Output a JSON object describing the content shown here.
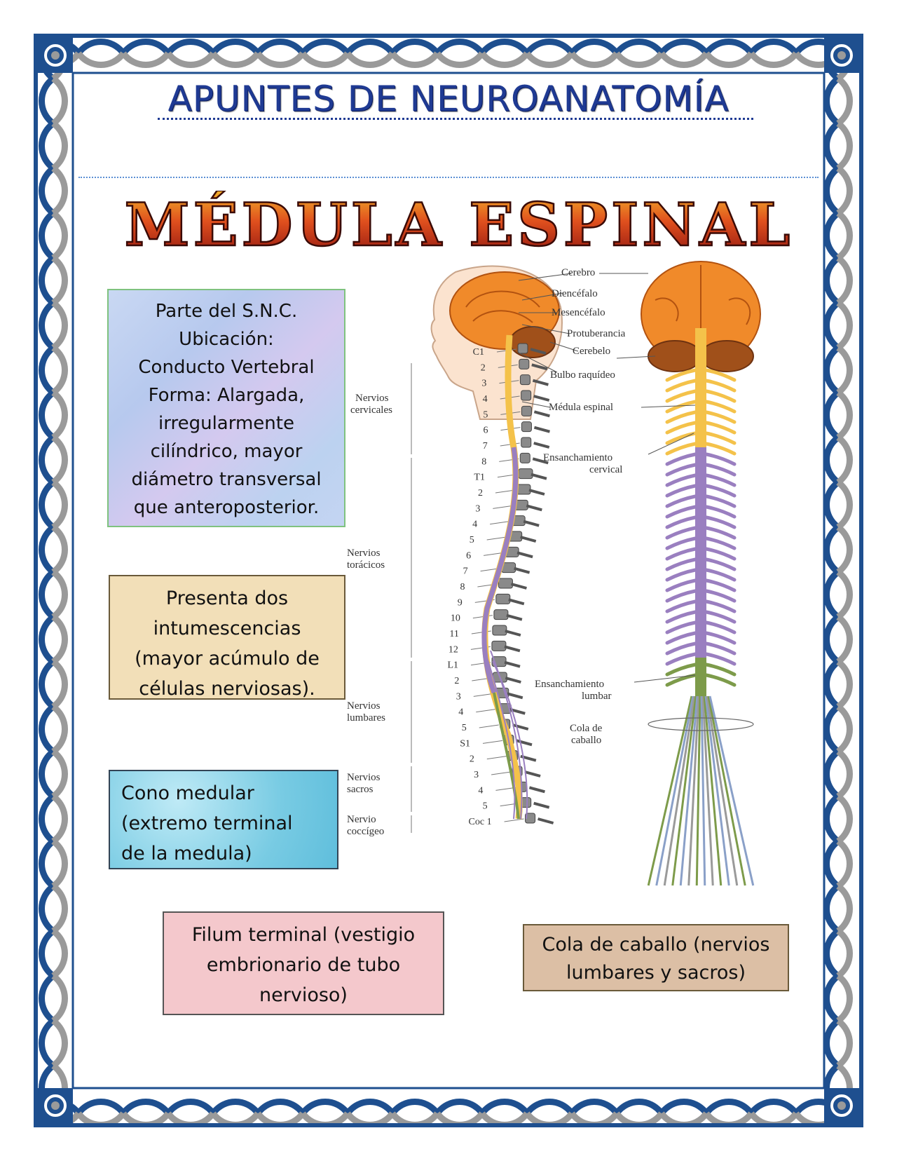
{
  "header": {
    "title": "APUNTES DE NEUROANATOMÍA",
    "main_title": "MÉDULA ESPINAL"
  },
  "notes": {
    "snc": [
      "Parte del S.N.C.",
      "Ubicación:",
      "Conducto Vertebral",
      "Forma: Alargada,",
      "irregularmente",
      "cilíndrico, mayor",
      "diámetro transversal",
      "que anteroposterior."
    ],
    "intumescencias": [
      "Presenta dos",
      "intumescencias",
      "(mayor acúmulo de",
      "células nerviosas)."
    ],
    "cono": [
      "Cono medular",
      "(extremo terminal",
      "de la medula)"
    ],
    "filum": [
      "Filum terminal (vestigio",
      "embrionario de tubo",
      "nervioso)"
    ],
    "cola": [
      "Cola de caballo (nervios",
      "lumbares y sacros)"
    ]
  },
  "figure": {
    "labels_right": {
      "cerebro": "Cerebro",
      "diencefalo": "Diencéfalo",
      "mesencefalo": "Mesencéfalo",
      "protuberancia": "Protuberancia",
      "cerebelo": "Cerebelo",
      "bulbo": "Bulbo raquídeo",
      "medula": "Médula espinal",
      "ens_cervical_1": "Ensanchamiento",
      "ens_cervical_2": "cervical",
      "ens_lumbar_1": "Ensanchamiento",
      "ens_lumbar_2": "lumbar",
      "cola_1": "Cola de",
      "cola_2": "caballo"
    },
    "labels_left": {
      "cervicales_1": "Nervios",
      "cervicales_2": "cervicales",
      "toracicos_1": "Nervios",
      "toracicos_2": "torácicos",
      "lumbares_1": "Nervios",
      "lumbares_2": "lumbares",
      "sacros_1": "Nervios",
      "sacros_2": "sacros",
      "coccigeo_1": "Nervio",
      "coccigeo_2": "coccígeo"
    },
    "vertebra_numbers": [
      "C1",
      "2",
      "3",
      "4",
      "5",
      "6",
      "7",
      "8",
      "T1",
      "2",
      "3",
      "4",
      "5",
      "6",
      "7",
      "8",
      "9",
      "10",
      "11",
      "12",
      "L1",
      "2",
      "3",
      "4",
      "5",
      "S1",
      "2",
      "3",
      "4",
      "5",
      "Coc 1"
    ]
  },
  "colors": {
    "title_blue": "#1f3a93",
    "main_title_red": "#c0241a",
    "border_blue": "#1e4f8f",
    "brain_orange": "#f08a2a",
    "cord_yellow": "#f4c24a",
    "thoracic_purple": "#9a7fc0",
    "lumbar_green": "#7d9b4a"
  }
}
